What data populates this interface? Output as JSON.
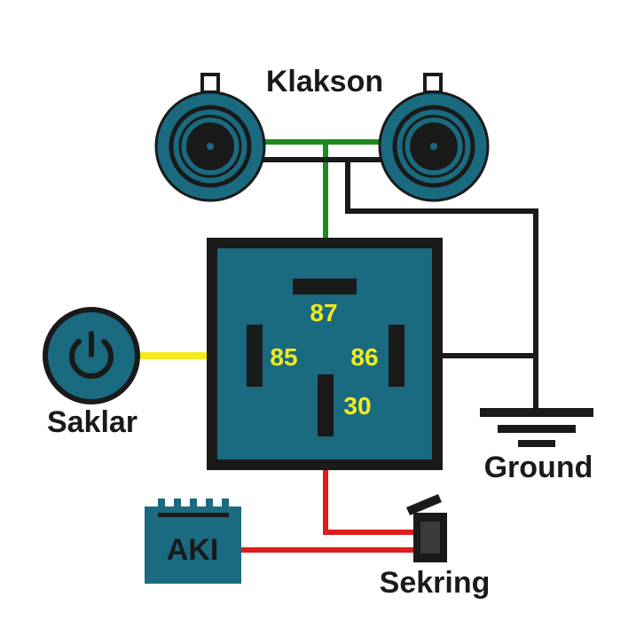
{
  "labels": {
    "horn": "Klakson",
    "switch": "Saklar",
    "ground": "Ground",
    "battery": "AKI",
    "fuse": "Sekring"
  },
  "pins": {
    "p87": "87",
    "p85": "85",
    "p86": "86",
    "p30": "30"
  },
  "colors": {
    "component_fill": "#1a6a80",
    "outline": "#1a1a1a",
    "wire_green": "#1e8a1e",
    "wire_yellow": "#f4ea1c",
    "wire_red": "#e01c1c",
    "wire_black": "#1a1a1a",
    "pin_text": "#f2ea1f"
  }
}
